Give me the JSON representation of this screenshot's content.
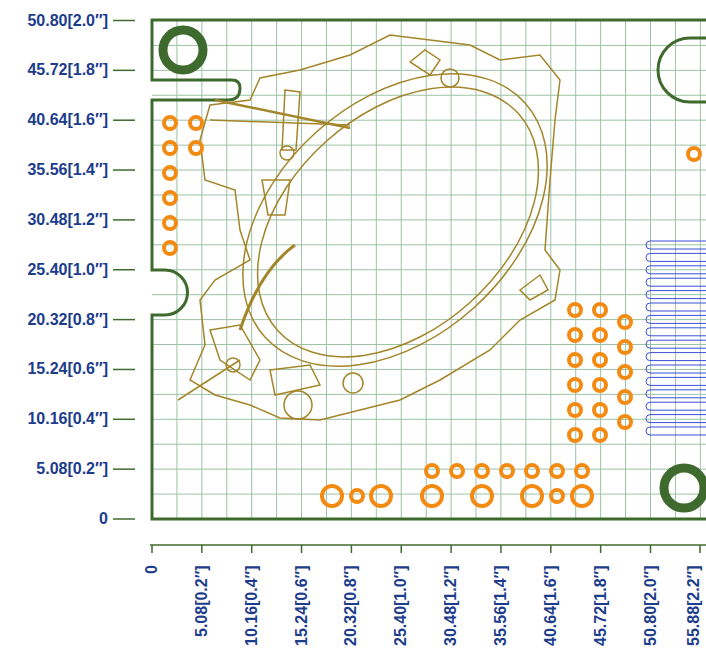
{
  "diagram": {
    "labels": [
      "50.80[2.0″]",
      "45.72[1.8″]",
      "40.64[1.6″]",
      "35.56[1.4″]",
      "30.48[1.2″]",
      "25.40[1.0″]",
      "20.32[0.8″]",
      "15.24[0.6″]",
      "10.16[0.4″]",
      "5.08[0.2″]",
      "0",
      "0",
      "5.08[0.2″]",
      "10.16[0.4″]",
      "15.24[0.6″]",
      "20.32[0.8″]",
      "25.40[1.0″]",
      "30.48[1.2″]",
      "35.56[1.4″]",
      "40.64[1.6″]",
      "45.72[1.8″]",
      "50.80[2.0″]",
      "55.88[2.2″]"
    ]
  }
}
